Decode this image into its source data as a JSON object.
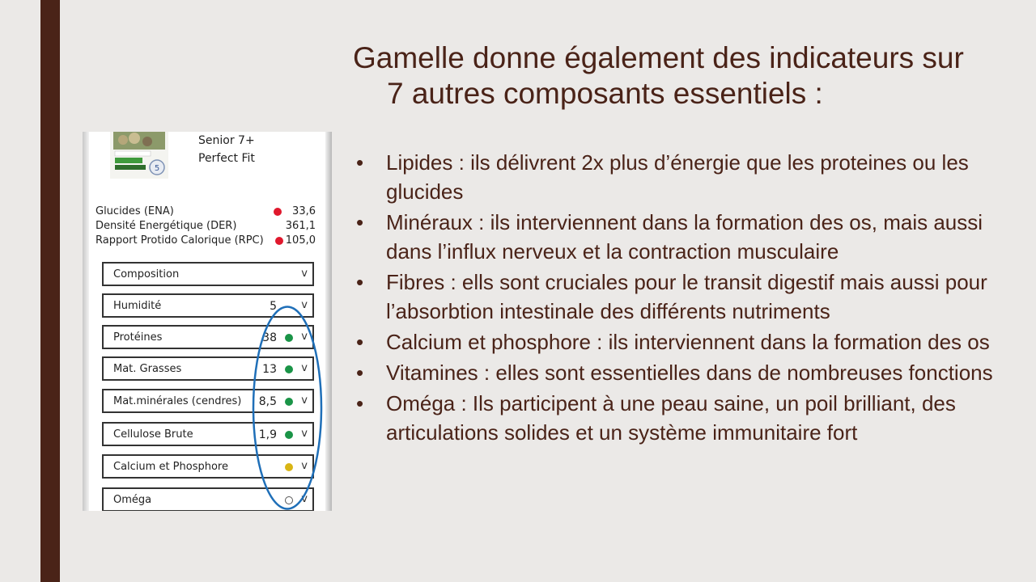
{
  "slide": {
    "title_line1": "Gamelle donne également des indicateurs sur",
    "title_line2": "7 autres composants essentiels :",
    "bullets": [
      {
        "term": "Lipides",
        "desc": " : ils délivrent 2x plus d’énergie que les proteines ou les glucides"
      },
      {
        "term": "Minéraux",
        "desc": " : ils interviennent dans la formation des os, mais aussi dans l’influx nerveux et la contraction musculaire"
      },
      {
        "term": "Fibres",
        "desc": " : ells sont cruciales pour le transit digestif mais aussi pour l’absorbtion intestinale des différents nutriments"
      },
      {
        "term": "Calcium et phosphore",
        "desc": " : ils interviennent dans la formation des os"
      },
      {
        "term": "Vitamines",
        "desc": " : elles sont essentielles dans de nombreuses fonctions"
      },
      {
        "term": "Oméga",
        "desc": " : Ils participent à une peau saine, un poil brilliant, des articulations solides et un système immunitaire fort"
      }
    ],
    "bullet_glyph": "•"
  },
  "phone": {
    "product_line1": "Senior 7+",
    "product_line2": "Perfect Fit",
    "stats": [
      {
        "label": "Glucides (ENA)",
        "value": "33,6",
        "status": "red"
      },
      {
        "label": "Densité Energétique (DER)",
        "value": "361,1",
        "status": "none"
      },
      {
        "label": "Rapport Protido Calorique (RPC)",
        "value": "105,0",
        "status": "red"
      }
    ],
    "composition": [
      {
        "label": "Composition",
        "value": "",
        "status": "none"
      },
      {
        "label": "Humidité",
        "value": "5",
        "status": "none"
      },
      {
        "label": "Protéines",
        "value": "38",
        "status": "green"
      },
      {
        "label": "Mat. Grasses",
        "value": "13",
        "status": "green"
      },
      {
        "label": "Mat.minérales (cendres)",
        "value": "8,5",
        "status": "green"
      },
      {
        "label": "Cellulose Brute",
        "value": "1,9",
        "status": "green"
      },
      {
        "label": "Calcium et Phosphore",
        "value": "",
        "status": "yellow"
      },
      {
        "label": "Oméga",
        "value": "",
        "status": "empty"
      }
    ],
    "chevron": "v"
  },
  "colors": {
    "brand_brown": "#4a2318",
    "background": "#ebe9e7",
    "status_red": "#e0182d",
    "status_green": "#1a9447",
    "status_yellow": "#d9b514",
    "highlight_blue": "#1f6fb8"
  }
}
